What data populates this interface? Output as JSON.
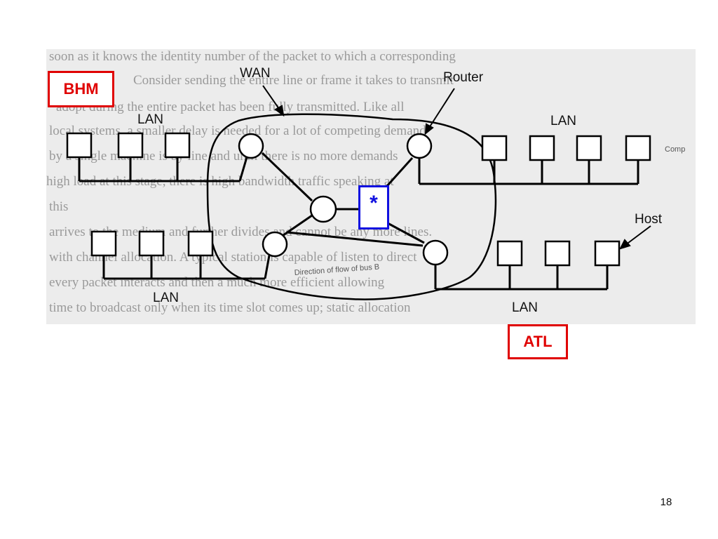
{
  "diagram": {
    "wan_label": "WAN",
    "router_label": "Router",
    "host_label": "Host",
    "lan_labels": [
      "LAN",
      "LAN",
      "LAN",
      "LAN"
    ],
    "background_text": [
      "soon as it knows the identity number of the packet to which a corresponding",
      "Consider sending the entire line or frame it takes to transmit",
      "adopt during the entire packet has been fully transmitted. Like all",
      "local systems, a smaller delay is needed for a lot of competing demand",
      "by a single machine is by line and until there is no more demands",
      "high load at this stage, there is high bandwidth traffic speaking at",
      "this",
      "arrives to the medium and further divides and cannot be any more lines.",
      "with channel allocation. A typical station is capable of listen to direct",
      "every packet interacts and then a much more efficient allowing",
      "time to broadcast only when its time slot comes up; static allocation"
    ],
    "caption_fragment": "Comp",
    "direction_fragment": "Direction of flow of bus B"
  },
  "tags": {
    "bhm": "BHM",
    "atl": "ATL"
  },
  "marker": {
    "symbol": "*"
  },
  "slide": {
    "page_number": "18"
  },
  "colors": {
    "tag": "#e00000",
    "marker": "#1010e0",
    "lines": "#000000"
  }
}
